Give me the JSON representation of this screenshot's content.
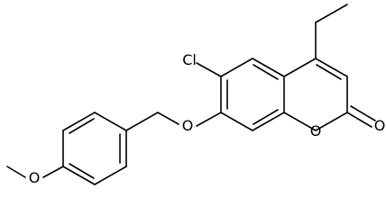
{
  "molecule": {
    "atoms": {
      "chlorine": "Cl",
      "ether_oxygen": "O",
      "ring_oxygen": "O",
      "carbonyl_oxygen": "O",
      "methoxy_oxygen": "O"
    },
    "colors": {
      "bond": "#000000",
      "background": "#ffffff"
    }
  }
}
